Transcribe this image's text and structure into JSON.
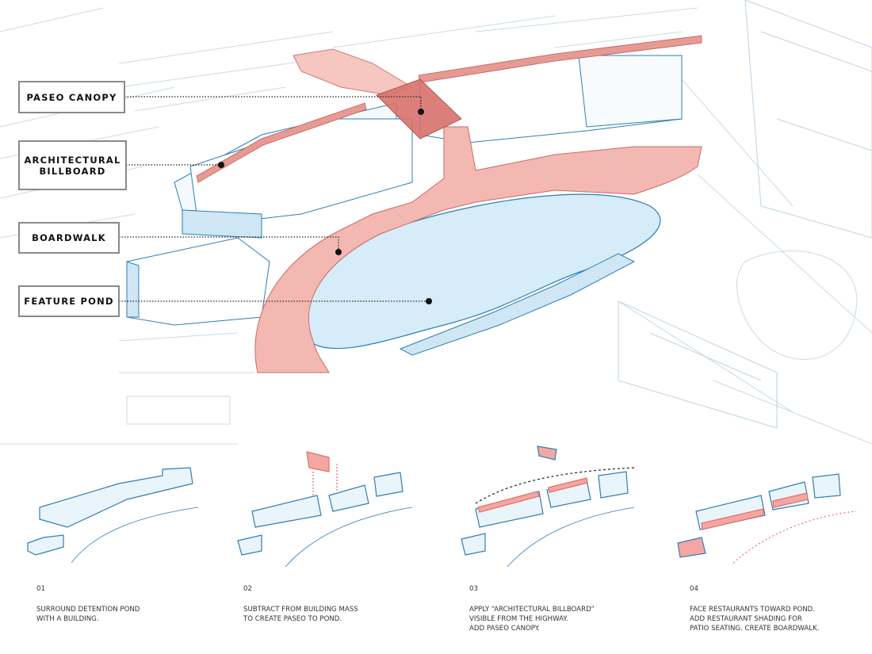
{
  "callouts": [
    {
      "id": "paseo-canopy",
      "label": "PASEO CANOPY"
    },
    {
      "id": "architectural-billboard",
      "label_line1": "ARCHITECTURAL",
      "label_line2": "BILLBOARD"
    },
    {
      "id": "boardwalk",
      "label": "BOARDWALK"
    },
    {
      "id": "feature-pond",
      "label": "FEATURE POND"
    }
  ],
  "steps": [
    {
      "number": "01",
      "lines": [
        "SURROUND DETENTION POND",
        "WITH A BUILDING."
      ]
    },
    {
      "number": "02",
      "lines": [
        "SUBTRACT FROM BUILDING MASS",
        "TO CREATE PASEO TO POND."
      ]
    },
    {
      "number": "03",
      "lines": [
        "APPLY “ARCHITECTURAL BILLBOARD”",
        "VISIBLE FROM THE HIGHWAY.",
        "ADD PASEO CANOPY."
      ]
    },
    {
      "number": "04",
      "lines": [
        "FACE RESTAURANTS TOWARD POND.",
        "ADD RESTAURANT SHADING FOR",
        "PATIO SEATING. CREATE BOARDWALK."
      ]
    }
  ],
  "colors": {
    "pond": "#d6ecf8",
    "boardwalk": "#f4b8b3",
    "canopy": "#d9726c",
    "line": "#2f7fb5",
    "faint": "#c9dbe7"
  }
}
